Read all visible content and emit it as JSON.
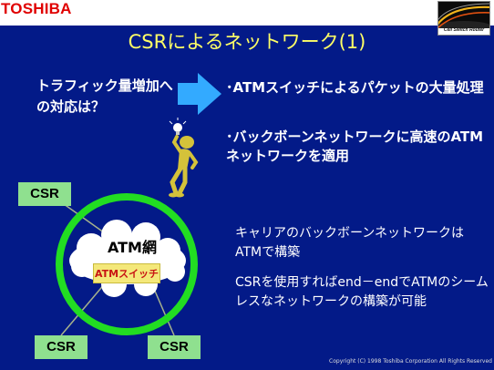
{
  "header": {
    "brand": "TOSHIBA",
    "logo_text": "Cell Switch Router"
  },
  "slide": {
    "title": "CSRによるネットワーク(1)",
    "question": "トラフィック量増加への対応は？",
    "bullets": [
      "･ATMスイッチによるパケットの大量処理",
      "･バックボーンネットワークに高速のATMネットワークを適用"
    ],
    "diagram": {
      "csr_labels": [
        "CSR",
        "CSR",
        "CSR"
      ],
      "cloud_label": "ATM網",
      "switch_label": "ATMスイッチ"
    },
    "paragraphs": [
      "キャリアのバックボーンネットワークはATMで構築",
      "CSRを使用すればend－endでATMのシームレスなネットワークの構築が可能"
    ],
    "copyright": "Copyright (C) 1998 Toshiba Corporation All Rights Reserved"
  },
  "colors": {
    "background": "#031a88",
    "title": "#ffff66",
    "brand": "#e00000",
    "csr_box": "#8fe08f",
    "ring": "#22dd22",
    "arrow": "#33aaff",
    "switch_box": "#f4e87a",
    "figure": "#d4c23a"
  }
}
